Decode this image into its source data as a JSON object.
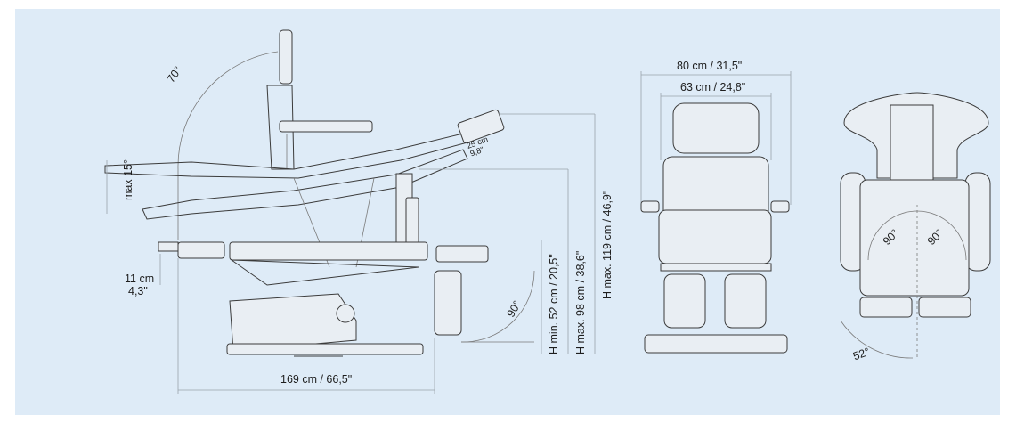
{
  "dimensions": {
    "length": "169 cm / 66,5\"",
    "h_min": "H min. 52 cm / 20,5\"",
    "h_max_98": "H max. 98 cm / 38,6\"",
    "h_max_119": "H max. 119 cm / 46,9\"",
    "width_outer": "80 cm / 31,5\"",
    "width_inner": "63 cm / 24,8\"",
    "leg_drop_cm": "11 cm",
    "leg_drop_in": "4,3\"",
    "leg_ext_cm": "25 cm",
    "leg_ext_in": "9,8\""
  },
  "angles": {
    "backrest": "70°",
    "tilt": "max 15°",
    "leg_rest": "90°",
    "arm_left": "90°",
    "arm_right": "90°",
    "rotation": "52°"
  }
}
